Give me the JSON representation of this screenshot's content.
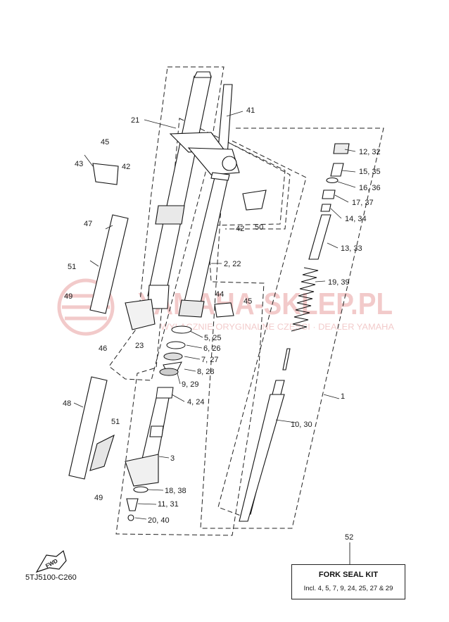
{
  "diagram": {
    "code": "5TJ5100-C260",
    "fwd_label": "FWD",
    "watermark": {
      "main": "YAMAHA-SKLEP.PL",
      "sub": "WYŁĄCZNIE ORYGINALNE CZĘŚCI · DEALER YAMAHA",
      "color": "#e8a0a0"
    },
    "callouts": [
      {
        "id": "c21",
        "text": "21"
      },
      {
        "id": "c41",
        "text": "41"
      },
      {
        "id": "c45a",
        "text": "45"
      },
      {
        "id": "c43",
        "text": "43"
      },
      {
        "id": "c42a",
        "text": "42"
      },
      {
        "id": "c12",
        "text": "12, 32"
      },
      {
        "id": "c15",
        "text": "15, 35"
      },
      {
        "id": "c16",
        "text": "16, 36"
      },
      {
        "id": "c17",
        "text": "17, 37"
      },
      {
        "id": "c14",
        "text": "14, 34"
      },
      {
        "id": "c47",
        "text": "47"
      },
      {
        "id": "c42b",
        "text": "42"
      },
      {
        "id": "c50",
        "text": "50"
      },
      {
        "id": "c13",
        "text": "13, 33"
      },
      {
        "id": "c2",
        "text": "2, 22"
      },
      {
        "id": "c51a",
        "text": "51"
      },
      {
        "id": "c19",
        "text": "19, 39"
      },
      {
        "id": "c49a",
        "text": "49"
      },
      {
        "id": "c44",
        "text": "44"
      },
      {
        "id": "c45b",
        "text": "45"
      },
      {
        "id": "c5",
        "text": "5, 25"
      },
      {
        "id": "c23",
        "text": "23"
      },
      {
        "id": "c46",
        "text": "46"
      },
      {
        "id": "c6",
        "text": "6, 26"
      },
      {
        "id": "c7",
        "text": "7, 27"
      },
      {
        "id": "c8",
        "text": "8, 28"
      },
      {
        "id": "c9",
        "text": "9, 29"
      },
      {
        "id": "c1",
        "text": "1"
      },
      {
        "id": "c48",
        "text": "48"
      },
      {
        "id": "c4",
        "text": "4, 24"
      },
      {
        "id": "c51b",
        "text": "51"
      },
      {
        "id": "c10",
        "text": "10, 30"
      },
      {
        "id": "c3",
        "text": "3"
      },
      {
        "id": "c18",
        "text": "18, 38"
      },
      {
        "id": "c49b",
        "text": "49"
      },
      {
        "id": "c11",
        "text": "11, 31"
      },
      {
        "id": "c20",
        "text": "20, 40"
      },
      {
        "id": "c52",
        "text": "52"
      }
    ]
  },
  "kit": {
    "title": "FORK SEAL KIT",
    "contents": "Incl. 4, 5, 7, 9, 24, 25, 27 & 29"
  }
}
